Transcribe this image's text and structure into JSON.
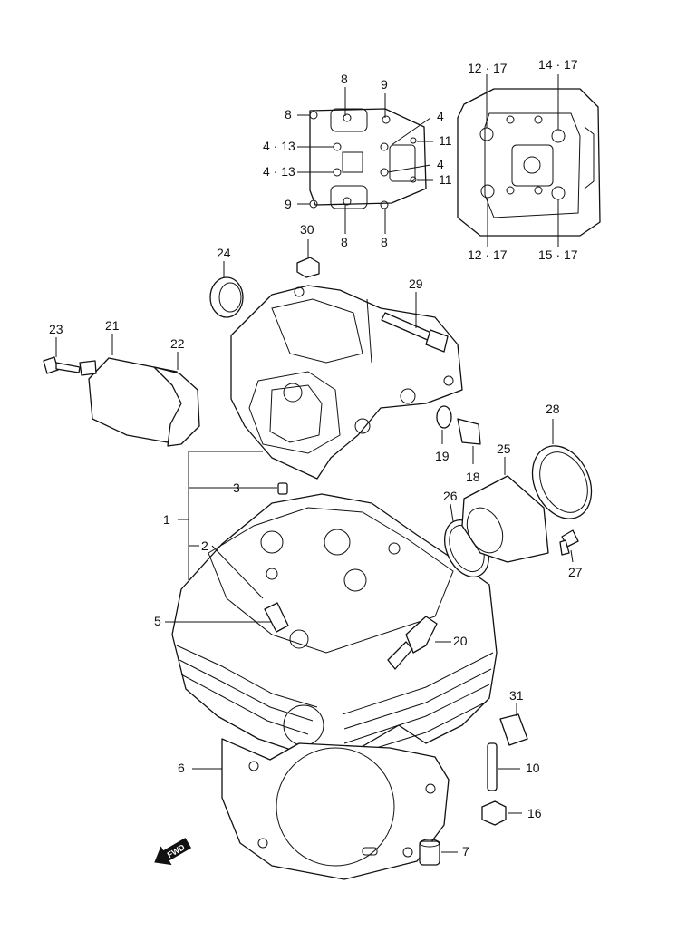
{
  "labels": {
    "l1": "1",
    "l2": "2",
    "l3": "3",
    "l5": "5",
    "l6": "6",
    "l7": "7",
    "l10": "10",
    "l16": "16",
    "l18": "18",
    "l19": "19",
    "l20": "20",
    "l21": "21",
    "l22": "22",
    "l23": "23",
    "l24": "24",
    "l25": "25",
    "l26": "26",
    "l27": "27",
    "l28": "28",
    "l29": "29",
    "l30": "30",
    "l31": "31",
    "inset_a": {
      "top8": "8",
      "top9": "9",
      "left8": "8",
      "r4a": "4",
      "l413a": "4 · 13",
      "r11a": "11",
      "l413b": "4 · 13",
      "r4b": "4",
      "r11b": "11",
      "left9": "9",
      "bot8a": "8",
      "bot8b": "8"
    },
    "inset_b": {
      "tl": "12 · 17",
      "tr": "14 · 17",
      "bl": "12 · 17",
      "br": "15 · 17"
    }
  },
  "fwd_label": "FWD"
}
